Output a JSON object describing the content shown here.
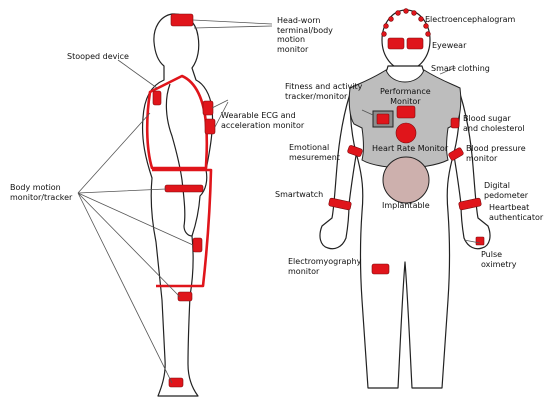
{
  "colors": {
    "device": "#e0151b",
    "device_outline": "#7a0a0d",
    "outline": "#222222",
    "clothing": "#bdbdbd",
    "implant": "#cdb0ad",
    "callout": "#555555"
  },
  "labels": {
    "head_worn": [
      "Head-worn",
      "terminal/body",
      "motion",
      "monitor"
    ],
    "stooped_device": "Stooped device",
    "wearable_ecg": [
      "Wearable ECG and",
      "acceleration monitor"
    ],
    "body_motion": [
      "Body motion",
      "monitor/tracker"
    ],
    "eeg": "Electroencephalogram",
    "eyewear": "Eyewear",
    "smart_clothing": "Smart clothing",
    "fitness": [
      "Fitness and activity",
      "tracker/monitor"
    ],
    "performance": [
      "Performance",
      "Monitor"
    ],
    "heart_rate": "Heart Rate Monitor",
    "blood_sugar": [
      "Blood sugar",
      "and cholesterol"
    ],
    "emotional": [
      "Emotional",
      "mesurement"
    ],
    "blood_pressure": [
      "Blood pressure",
      "monitor"
    ],
    "smartwatch": "Smartwatch",
    "implantable": "Implantable",
    "digital_pedometer": [
      "Digital",
      "pedometer"
    ],
    "heartbeat": [
      "Heartbeat",
      "authenticator"
    ],
    "pulse": [
      "Pulse",
      "oximetry"
    ],
    "emg": [
      "Electromyography",
      "monitor"
    ]
  }
}
